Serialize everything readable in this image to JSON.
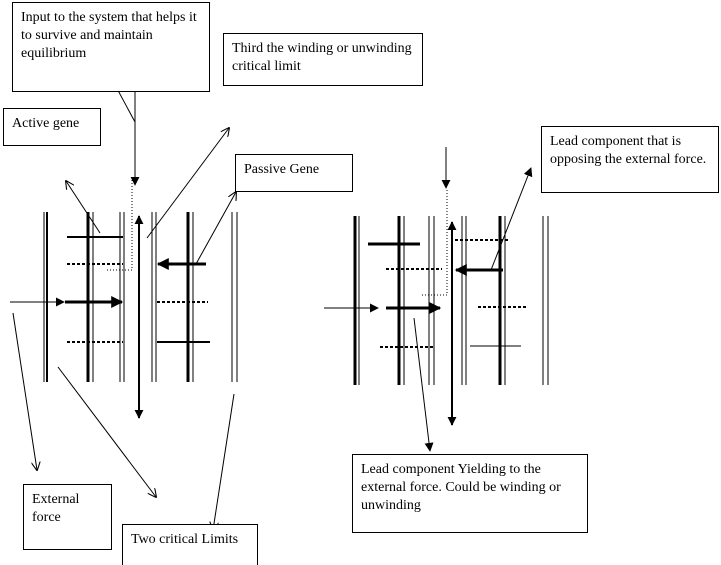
{
  "labels": {
    "input": "Input to the system that helps it to survive and maintain equilibrium",
    "third_limit": "Third the winding or unwinding critical limit",
    "active_gene": "Active gene",
    "passive_gene": "Passive Gene",
    "lead_opposing": "Lead component that is opposing the external force.",
    "external_force": "External force",
    "two_critical": "Two critical Limits",
    "lead_yielding": "Lead component Yielding to the external force. Could be winding or unwinding"
  },
  "colors": {
    "ink": "#000000",
    "background": "#ffffff"
  }
}
